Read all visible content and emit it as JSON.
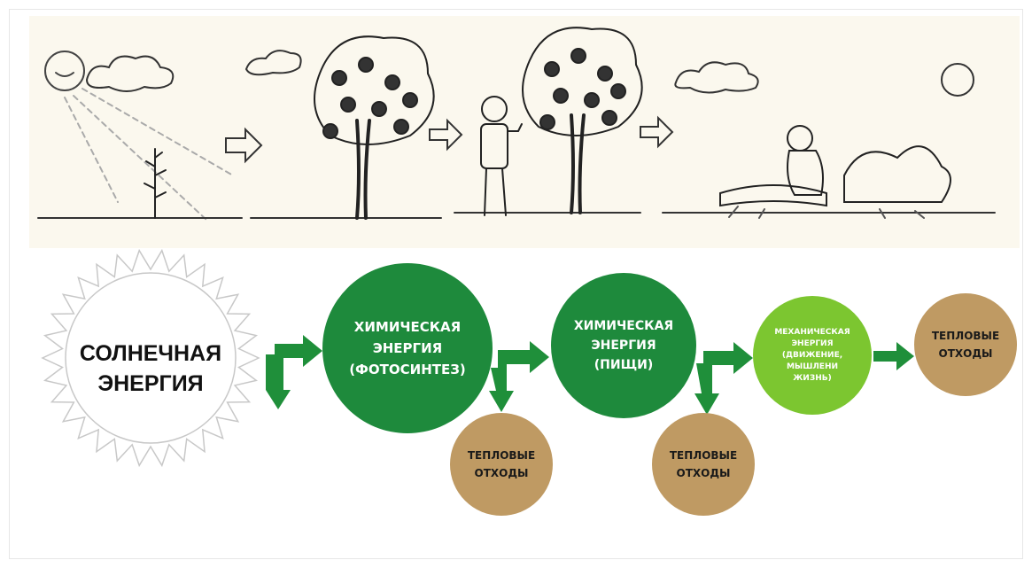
{
  "colors": {
    "chemical": "#1e8a3c",
    "mechanical": "#7cc630",
    "waste": "#bf9a63",
    "arrow": "#1f8f3a"
  },
  "nodes": {
    "sun": "СОЛНЕЧНАЯ\nЭНЕРГИЯ",
    "chemical_photosynthesis": "ХИМИЧЕСКАЯ\nЭНЕРГИЯ\n(ФОТОСИНТЕЗ)",
    "chemical_food": "ХИМИЧЕСКАЯ\nЭНЕРГИЯ\n(ПИЩИ)",
    "mechanical": "МЕХАНИЧЕСКАЯ\nЭНЕРГИЯ\n(ДВИЖЕНИЕ,\nМЫШЛЕНИ\nЖИЗНЬ)",
    "waste_1": "ТЕПЛОВЫЕ\nОТХОДЫ",
    "waste_2": "ТЕПЛОВЫЕ\nОТХОДЫ",
    "waste_3": "ТЕПЛОВЫЕ\nОТХОДЫ"
  }
}
